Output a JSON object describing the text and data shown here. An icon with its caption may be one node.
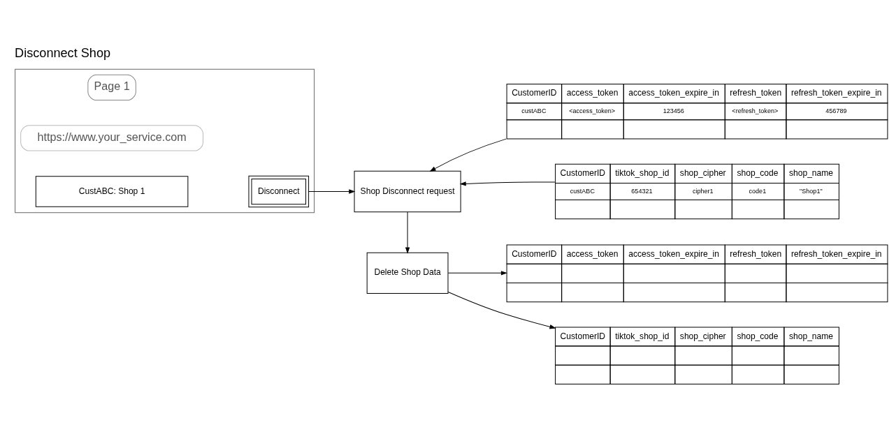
{
  "diagram": {
    "title": "Disconnect Shop",
    "nodes": [
      {
        "text": [],
        "shape": "box"
      },
      {
        "text": [
          "Page 1"
        ],
        "in": 0
      },
      {
        "text": [
          "https://www.your_service.com"
        ],
        "in": 0
      },
      {
        "text": [
          "CustABC: Shop 1"
        ],
        "in": 0
      },
      {
        "text": [
          "Disconnect"
        ],
        "in": 0
      },
      {
        "text": [
          "Shop Disconnect request"
        ]
      },
      {
        "text": [
          "Delete Shop Data"
        ]
      },
      {
        "text": [
          "CustomerID",
          "access_token",
          "access_token_expire_in",
          "refresh_token",
          "refresh_token_expire_in",
          "custABC",
          "<access_token>",
          "123456",
          "<refresh_token>",
          "456789"
        ]
      },
      {
        "text": [
          "CustomerID",
          "tiktok_shop_id",
          "shop_cipher",
          "shop_code",
          "shop_name",
          "custABC",
          "654321",
          "cipher1",
          "code1",
          "\"Shop1\""
        ]
      },
      {
        "text": [
          "CustomerID",
          "access_token",
          "access_token_expire_in",
          "refresh_token",
          "refresh_token_expire_in"
        ]
      },
      {
        "text": [
          "CustomerID",
          "tiktok_shop_id",
          "shop_cipher",
          "shop_code",
          "shop_name"
        ]
      }
    ],
    "edges": [
      {
        "from": 4,
        "to": 5,
        "arrow": "to"
      },
      {
        "from": 7,
        "to": 5,
        "arrow": "to"
      },
      {
        "from": 8,
        "to": 5,
        "arrow": "to"
      },
      {
        "from": 5,
        "to": 6,
        "arrow": "to"
      },
      {
        "from": 6,
        "to": 9,
        "arrow": "to"
      },
      {
        "from": 6,
        "to": 10,
        "arrow": "to"
      }
    ]
  }
}
